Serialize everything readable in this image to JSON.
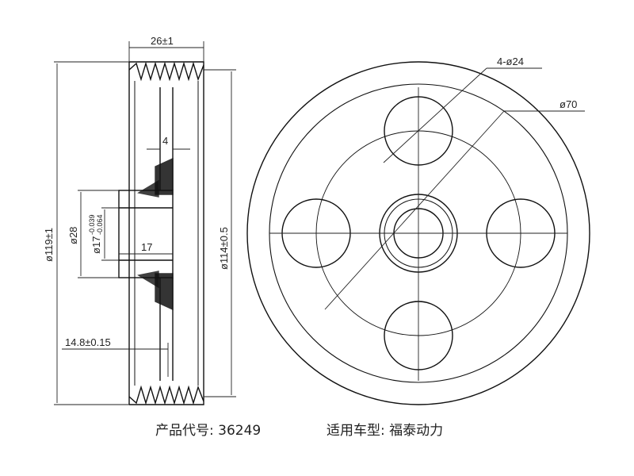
{
  "dimensions": {
    "width": "26±1",
    "outer_diameter": "ø119±1",
    "bore_diameter": "ø28",
    "hub_diameter": "ø17",
    "hub_tol_upper": "-0.039",
    "hub_tol_lower": "-0.064",
    "hub_length": "17",
    "web_thickness": "4",
    "offset": "14.8±0.15",
    "groove_diameter": "ø114±0.5",
    "hole_pattern": "4-ø24",
    "pitch_circle": "ø70"
  },
  "caption": {
    "product_code": "产品代号: 36249",
    "vehicle": "适用车型: 福泰动力"
  }
}
